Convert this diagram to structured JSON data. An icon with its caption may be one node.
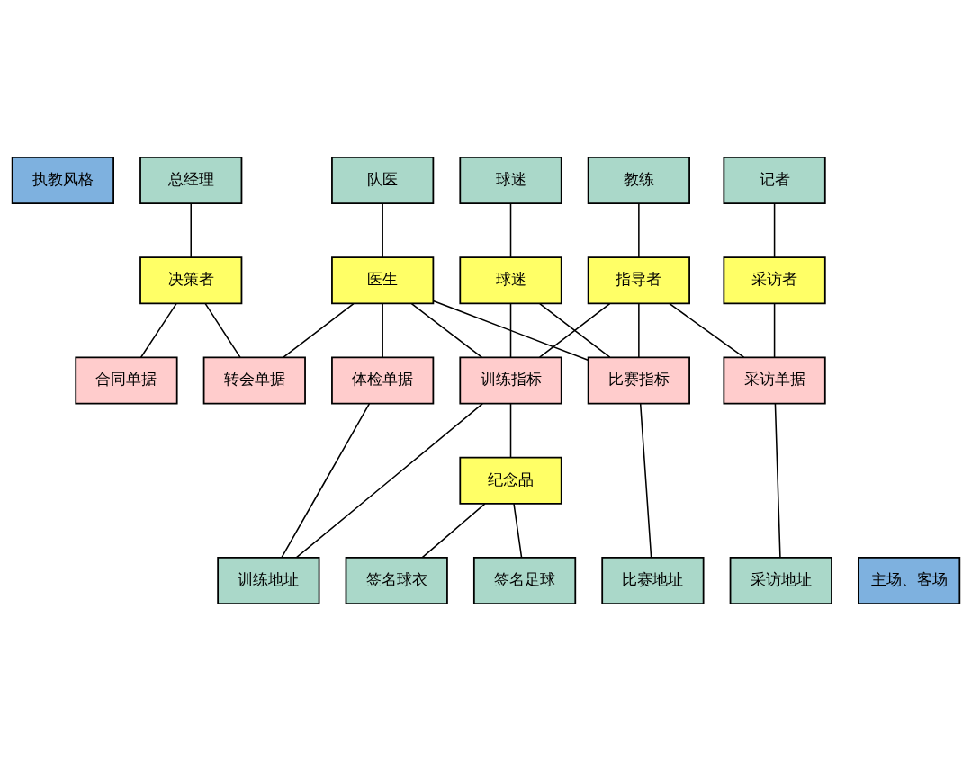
{
  "diagram": {
    "nodes": [
      {
        "text": [
          "执教风格"
        ]
      },
      {
        "text": [
          "总经理"
        ]
      },
      {
        "text": [
          "队医"
        ]
      },
      {
        "text": [
          "教练"
        ]
      },
      {
        "text": [
          "球迷"
        ]
      },
      {
        "text": [
          "记者"
        ]
      },
      {
        "text": [
          "决策者"
        ]
      },
      {
        "text": [
          "医生"
        ]
      },
      {
        "text": [
          "指导者"
        ]
      },
      {
        "text": [
          "球迷"
        ]
      },
      {
        "text": [
          "采访者"
        ]
      },
      {
        "text": [
          "转会单据"
        ]
      },
      {
        "text": [
          "合同单据"
        ]
      },
      {
        "text": [
          "体检单据"
        ]
      },
      {
        "text": [
          "训练指标"
        ]
      },
      {
        "text": [
          "比赛指标"
        ]
      },
      {
        "text": [
          "采访单据"
        ]
      },
      {
        "text": [
          "纪念品"
        ]
      },
      {
        "text": [
          "签名足球"
        ]
      },
      {
        "text": [
          "签名球衣"
        ]
      },
      {
        "text": [
          "训练地址"
        ]
      },
      {
        "text": [
          "比赛地址"
        ]
      },
      {
        "text": [
          "采访地址"
        ]
      },
      {
        "text": [
          "主场、客场"
        ]
      }
    ],
    "edges": [
      {
        "from": 1,
        "to": 6,
        "arrow": "none"
      },
      {
        "from": 6,
        "to": 11,
        "arrow": "none"
      },
      {
        "from": 6,
        "to": 12,
        "arrow": "none"
      },
      {
        "from": 2,
        "to": 7,
        "arrow": "none"
      },
      {
        "from": 7,
        "to": 11,
        "arrow": "none"
      },
      {
        "from": 7,
        "to": 13,
        "arrow": "none"
      },
      {
        "from": 7,
        "to": 14,
        "arrow": "none"
      },
      {
        "from": 7,
        "to": 15,
        "arrow": "none"
      },
      {
        "from": 3,
        "to": 8,
        "arrow": "none"
      },
      {
        "from": 8,
        "to": 14,
        "arrow": "none"
      },
      {
        "from": 8,
        "to": 15,
        "arrow": "none"
      },
      {
        "from": 8,
        "to": 16,
        "arrow": "none"
      },
      {
        "from": 4,
        "to": 9,
        "arrow": "none"
      },
      {
        "from": 9,
        "to": 14,
        "arrow": "none"
      },
      {
        "from": 9,
        "to": 15,
        "arrow": "none"
      },
      {
        "from": 5,
        "to": 10,
        "arrow": "none"
      },
      {
        "from": 10,
        "to": 16,
        "arrow": "none"
      },
      {
        "from": 14,
        "to": 17,
        "arrow": "none"
      },
      {
        "from": 17,
        "to": 18,
        "arrow": "none"
      },
      {
        "from": 17,
        "to": 19,
        "arrow": "none"
      },
      {
        "from": 14,
        "to": 20,
        "arrow": "none"
      },
      {
        "from": 13,
        "to": 20,
        "arrow": "none"
      },
      {
        "from": 15,
        "to": 21,
        "arrow": "none"
      },
      {
        "from": 16,
        "to": 22,
        "arrow": "none"
      }
    ]
  }
}
